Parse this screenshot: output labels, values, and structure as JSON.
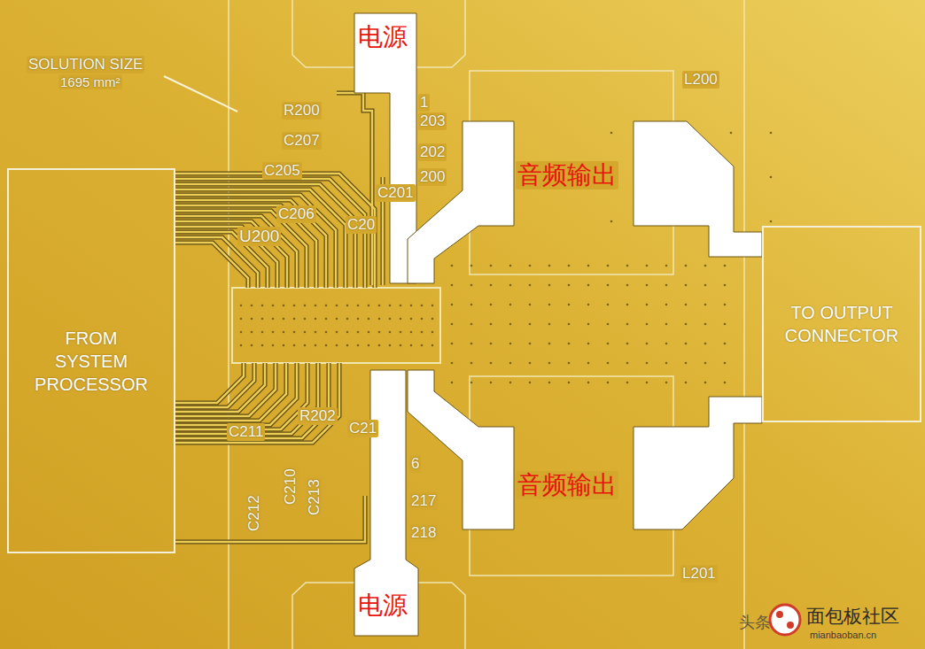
{
  "diagram": {
    "nodes": [
      {
        "text": [
          "FROM SYSTEM PROCESSOR"
        ]
      },
      {
        "text": [
          "TO OUTPUT CONNECTOR"
        ]
      }
    ],
    "labels": [
      "SOLUTION SIZE",
      "1695 mm²",
      "电源",
      "R200",
      "1",
      "203",
      "C207",
      "202",
      "音频输出",
      "L200",
      "C205",
      "200",
      "C201",
      "C206",
      "C20",
      "U200",
      "R202",
      "C21",
      "C211",
      "6",
      "音频输出",
      "C210",
      "C213",
      "C212",
      "217",
      "218",
      "L201",
      "电源",
      "头条",
      "面包板社区",
      "mianbaoban.cn"
    ]
  }
}
